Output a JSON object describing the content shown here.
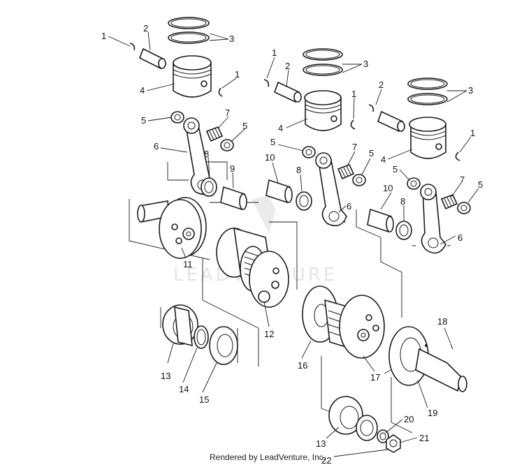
{
  "watermark": "LEADVENTURE",
  "credit": "Rendered by LeadVenture, Inc.",
  "callouts": [
    "1",
    "2",
    "3",
    "1",
    "4",
    "5",
    "7",
    "5",
    "6",
    "8",
    "9",
    "1",
    "2",
    "3",
    "1",
    "4",
    "5",
    "10",
    "7",
    "5",
    "8",
    "6",
    "2",
    "3",
    "1",
    "4",
    "10",
    "5",
    "7",
    "5",
    "8",
    "6",
    "11",
    "12",
    "13",
    "14",
    "15",
    "16",
    "17",
    "18",
    "19",
    "20",
    "13",
    "21",
    "22"
  ]
}
